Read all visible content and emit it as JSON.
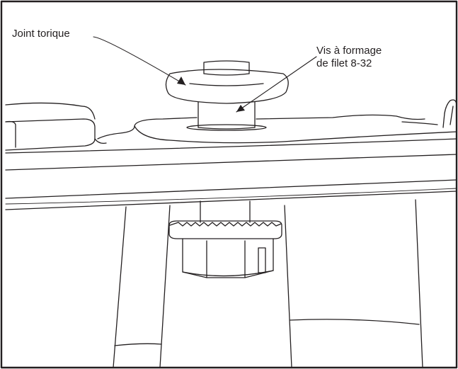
{
  "figure": {
    "stroke_color": "#231f20",
    "background_color": "#ffffff"
  },
  "callouts": {
    "o_ring": "Joint torique",
    "screw_line1": "Vis à formage",
    "screw_line2": "de filet 8-32"
  }
}
